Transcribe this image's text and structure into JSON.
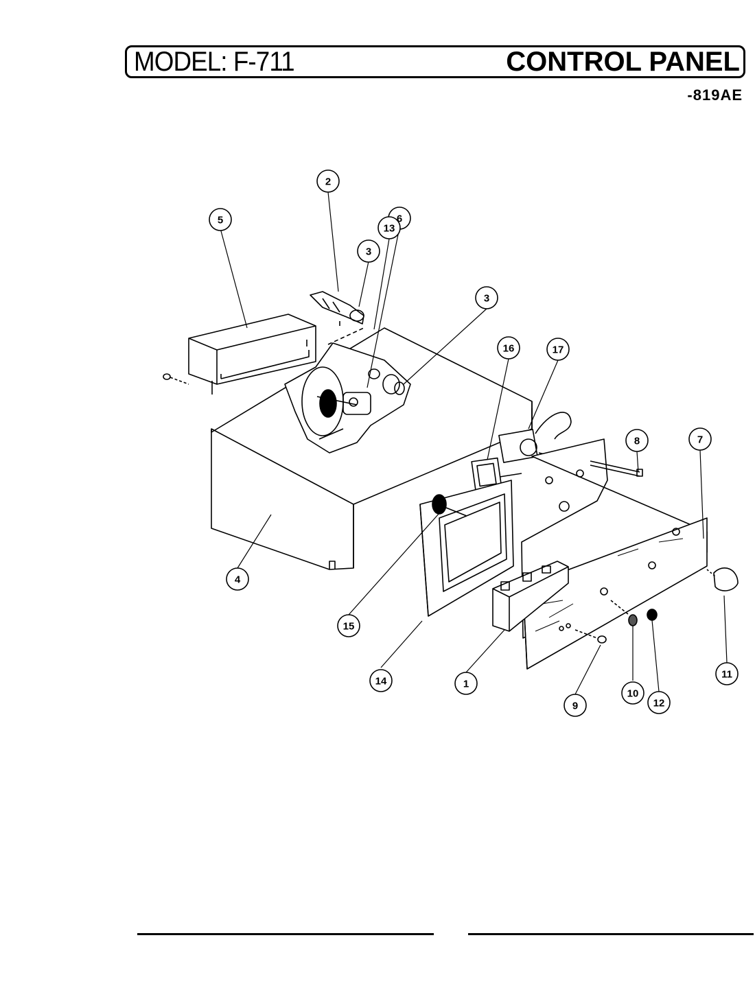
{
  "header": {
    "model_label": "MODEL: F-711",
    "section_title": "CONTROL PANEL",
    "model_suffix": "-819AE"
  },
  "callouts": [
    {
      "id": "c1",
      "label": "1"
    },
    {
      "id": "c2",
      "label": "2"
    },
    {
      "id": "c3a",
      "label": "3"
    },
    {
      "id": "c3b",
      "label": "3"
    },
    {
      "id": "c4",
      "label": "4"
    },
    {
      "id": "c5",
      "label": "5"
    },
    {
      "id": "c6",
      "label": "6"
    },
    {
      "id": "c7",
      "label": "7"
    },
    {
      "id": "c8",
      "label": "8"
    },
    {
      "id": "c9",
      "label": "9"
    },
    {
      "id": "c10",
      "label": "10"
    },
    {
      "id": "c11",
      "label": "11"
    },
    {
      "id": "c12",
      "label": "12"
    },
    {
      "id": "c13",
      "label": "13"
    },
    {
      "id": "c14",
      "label": "14"
    },
    {
      "id": "c15",
      "label": "15"
    },
    {
      "id": "c16",
      "label": "16"
    },
    {
      "id": "c17",
      "label": "17"
    }
  ]
}
